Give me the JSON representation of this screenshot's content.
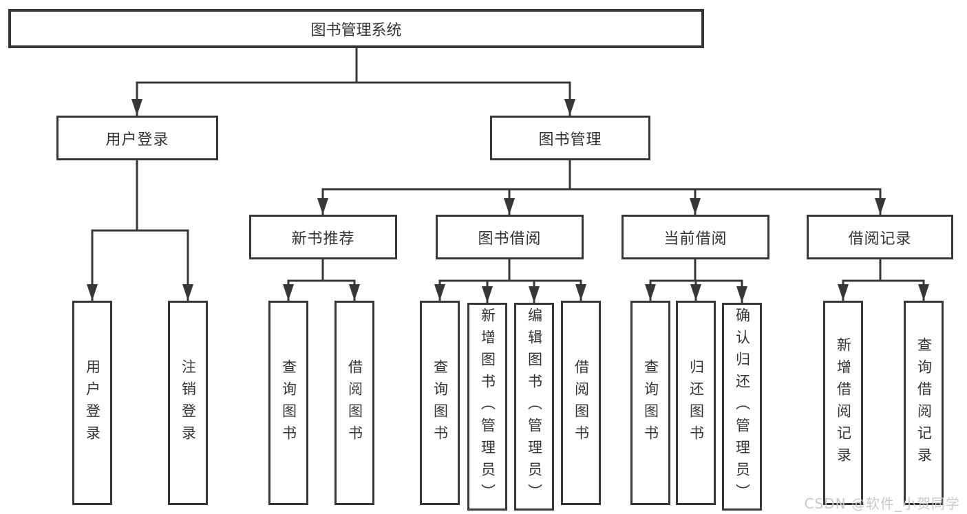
{
  "diagram": {
    "watermark": "CSDN @软件_小贺同学",
    "colors": {
      "line": "#373737",
      "text": "#333333",
      "watermark": "#c9c9c9",
      "background": "#ffffff"
    },
    "tree": {
      "root": {
        "label": "图书管理系统",
        "children": [
          {
            "label": "用户登录",
            "children": [
              {
                "label": "用户登录"
              },
              {
                "label": "注销登录"
              }
            ]
          },
          {
            "label": "图书管理",
            "children": [
              {
                "label": "新书推荐",
                "children": [
                  {
                    "label": "查询图书"
                  },
                  {
                    "label": "借阅图书"
                  }
                ]
              },
              {
                "label": "图书借阅",
                "children": [
                  {
                    "label": "查询图书"
                  },
                  {
                    "label": "新增图书（管理员）"
                  },
                  {
                    "label": "编辑图书（管理员）"
                  },
                  {
                    "label": "借阅图书"
                  }
                ]
              },
              {
                "label": "当前借阅",
                "children": [
                  {
                    "label": "查询图书"
                  },
                  {
                    "label": "归还图书"
                  },
                  {
                    "label": "确认归还（管理员）"
                  }
                ]
              },
              {
                "label": "借阅记录",
                "children": [
                  {
                    "label": "新增借阅记录"
                  },
                  {
                    "label": "查询借阅记录"
                  }
                ]
              }
            ]
          }
        ]
      }
    }
  }
}
